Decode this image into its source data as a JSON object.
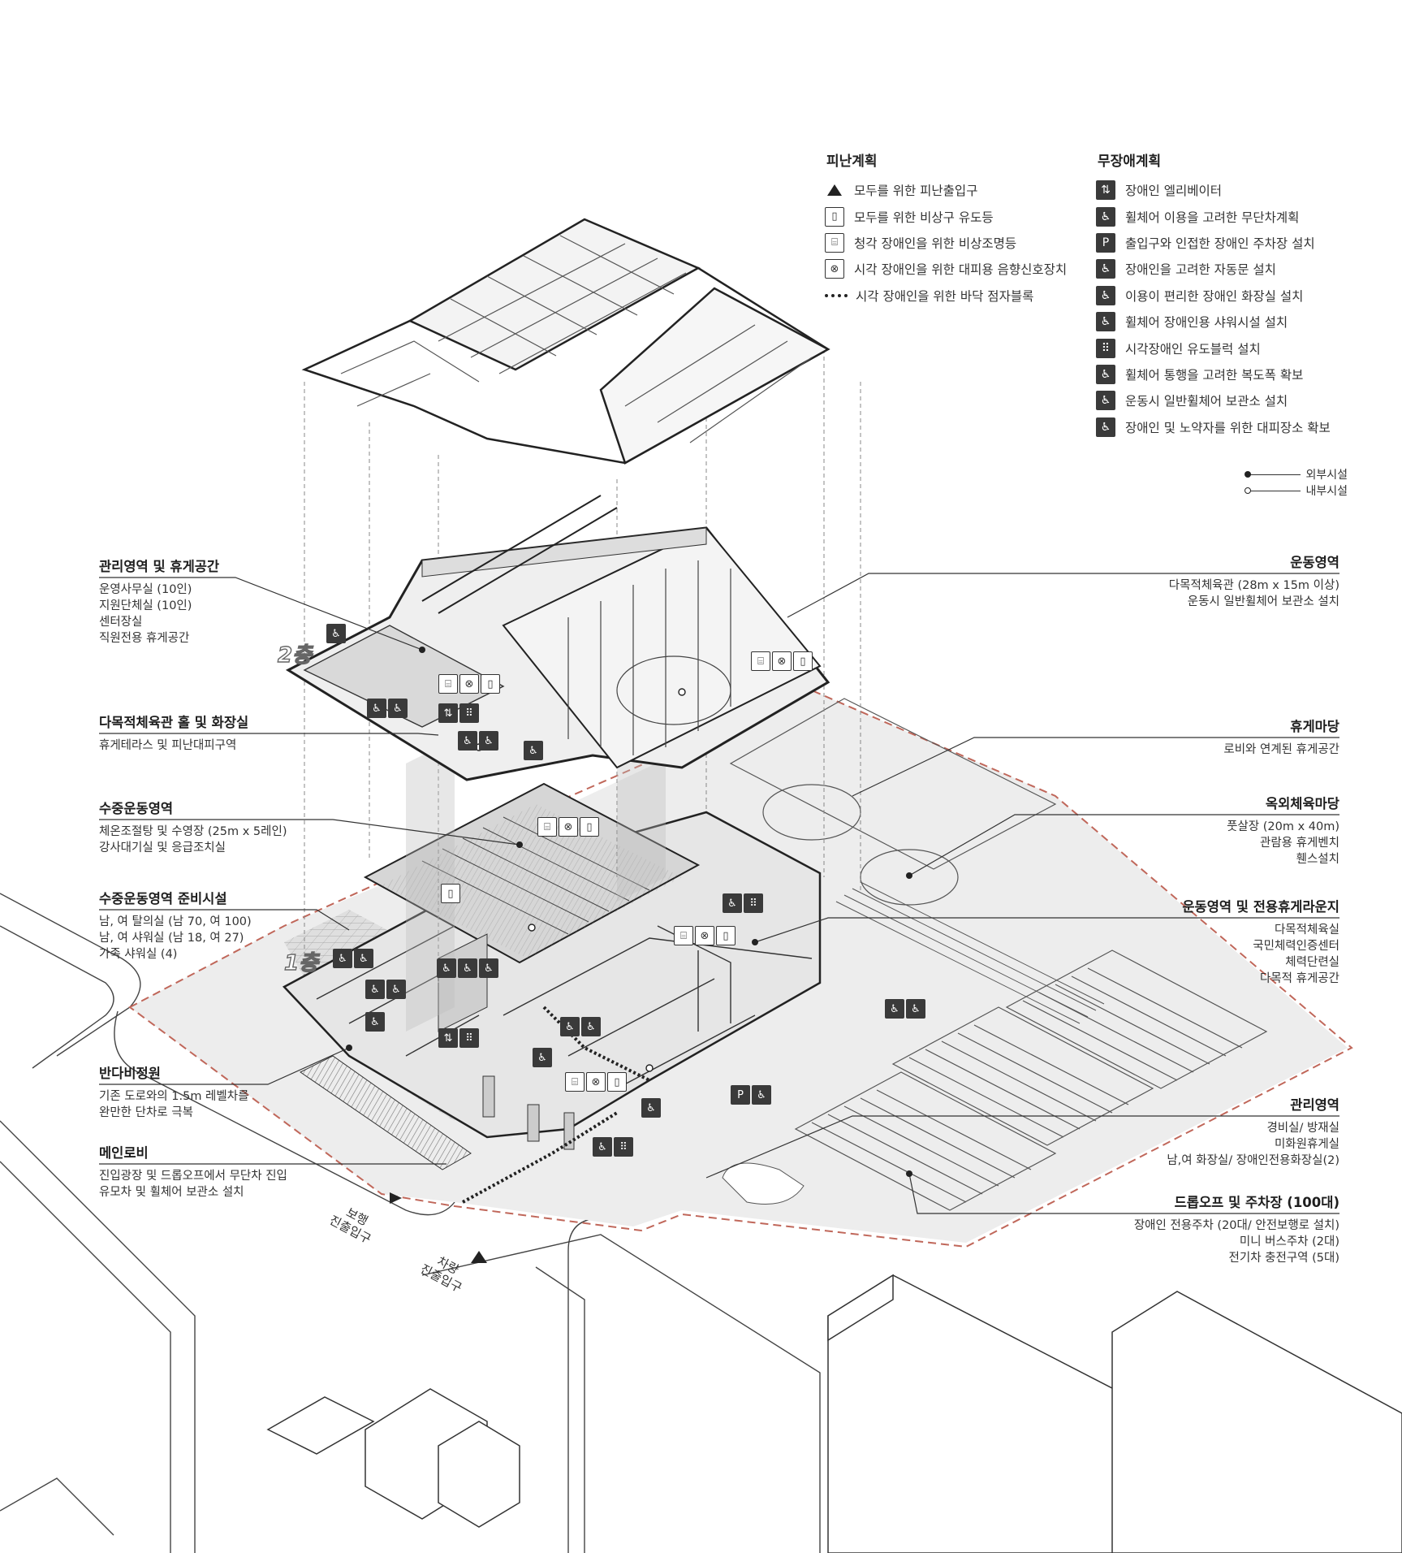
{
  "evacuation_legend": {
    "title": "피난계획",
    "items": [
      {
        "icon": "triangle-icon",
        "label": "모두를 위한 피난출입구"
      },
      {
        "icon": "exit-sign-icon",
        "label": "모두를 위한 비상구 유도등"
      },
      {
        "icon": "emergency-light-icon",
        "label": "청각 장애인을 위한 비상조명등"
      },
      {
        "icon": "audio-signal-icon",
        "label": "시각 장애인을 위한 대피용 음향신호장치"
      },
      {
        "icon": "tactile-line-icon",
        "label": "시각 장애인을 위한 바닥 점자블록"
      }
    ]
  },
  "barrier_free_legend": {
    "title": "무장애계획",
    "items": [
      {
        "icon": "elevator-icon",
        "glyph": "⇅",
        "label": "장애인 엘리베이터"
      },
      {
        "icon": "wheelchair-icon",
        "glyph": "♿",
        "label": "휠체어 이용을 고려한 무단차계획"
      },
      {
        "icon": "parking-wheelchair-icon",
        "glyph": "P",
        "label": "출입구와 인접한 장애인 주차장 설치"
      },
      {
        "icon": "auto-door-icon",
        "glyph": "♿",
        "label": "장애인을 고려한 자동문 설치"
      },
      {
        "icon": "accessible-toilet-icon",
        "glyph": "♿",
        "label": "이용이 편리한 장애인 화장실 설치"
      },
      {
        "icon": "accessible-shower-icon",
        "glyph": "♿",
        "label": "휠체어 장애인용 샤워시설 설치"
      },
      {
        "icon": "tactile-block-icon",
        "glyph": "⠿",
        "label": "시각장애인 유도블럭 설치"
      },
      {
        "icon": "corridor-width-icon",
        "glyph": "♿",
        "label": "휠체어 통행을 고려한 복도폭 확보"
      },
      {
        "icon": "wheelchair-storage-icon",
        "glyph": "♿",
        "label": "운동시 일반휠체어 보관소 설치"
      },
      {
        "icon": "refuge-area-icon",
        "glyph": "♿",
        "label": "장애인 및 노약자를 위한 대피장소 확보"
      }
    ]
  },
  "facility_key": {
    "outer": "외부시설",
    "inner": "내부시설"
  },
  "annotations_left": [
    {
      "title": "관리영역 및 휴게공간",
      "lines": [
        "운영사무실 (10인)",
        "지원단체실 (10인)",
        "센터장실",
        "직원전용 휴게공간"
      ]
    },
    {
      "title": "다목적체육관 홀 및 화장실",
      "lines": [
        "휴게테라스 및 피난대피구역"
      ]
    },
    {
      "title": "수중운동영역",
      "lines": [
        "체온조절탕 및 수영장 (25m x 5레인)",
        "강사대기실 및 응급조치실"
      ]
    },
    {
      "title": "수중운동영역 준비시설",
      "lines": [
        "남, 여 탈의실 (남 70, 여 100)",
        "남, 여 샤워실 (남 18, 여 27)",
        "가족 샤워실 (4)"
      ]
    },
    {
      "title": "반다비정원",
      "lines": [
        "기존 도로와의 1.5m 레벨차를",
        "완만한 단차로 극복"
      ]
    },
    {
      "title": "메인로비",
      "lines": [
        "진입광장 및 드롭오프에서 무단차 진입",
        "유모차 및 휠체어 보관소 설치"
      ]
    }
  ],
  "annotations_right": [
    {
      "title": "운동영역",
      "lines": [
        "다목적체육관 (28m x 15m 이상)",
        "운동시 일반휠체어 보관소 설치"
      ]
    },
    {
      "title": "휴게마당",
      "lines": [
        "로비와 연계된 휴게공간"
      ]
    },
    {
      "title": "옥외체육마당",
      "lines": [
        "풋살장 (20m x 40m)",
        "관람용 휴게벤치",
        "휀스설치"
      ]
    },
    {
      "title": "운동영역 및 전용휴게라운지",
      "lines": [
        "다목적체육실",
        "국민체력인증센터",
        "체력단련실",
        "다목적 휴게공간"
      ]
    },
    {
      "title": "관리영역",
      "lines": [
        "경비실/ 방재실",
        "미화원휴게실",
        "남,여 화장실/ 장애인전용화장실(2)"
      ]
    },
    {
      "title": "드롭오프 및 주차장 (100대)",
      "lines": [
        "장애인 전용주차 (20대/ 안전보행로 설치)",
        "미니 버스주차 (2대)",
        "전기차 충전구역 (5대)"
      ]
    }
  ],
  "floor_labels": {
    "f2": "2층",
    "f1": "1층"
  },
  "entrances": {
    "pedestrian": [
      "보행",
      "진출입구"
    ],
    "vehicle": [
      "차량",
      "진출입구"
    ]
  },
  "colors": {
    "boundary": "#c0675a",
    "shade": "#d4d4d4",
    "dark": "#3a3a3a"
  }
}
